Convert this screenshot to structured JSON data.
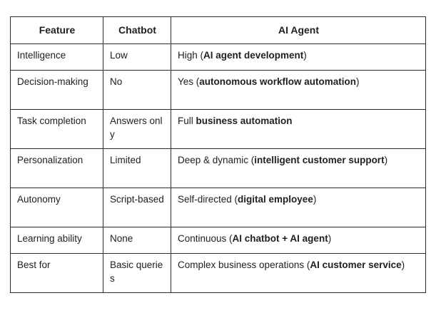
{
  "table": {
    "headers": [
      {
        "label": "Feature"
      },
      {
        "label": "Chatbot"
      },
      {
        "label": "AI Agent"
      }
    ],
    "rows": [
      {
        "key": "intelligence",
        "feature": "Intelligence",
        "chatbot": "Low",
        "ai_agent_plain_prefix": "High (",
        "ai_agent_bold": "AI agent development",
        "ai_agent_plain_suffix": ")",
        "ai_agent_full": "High (AI agent development)"
      },
      {
        "key": "decision-making",
        "feature": "Decision-making",
        "chatbot": "No",
        "ai_agent_plain_prefix": "Yes (",
        "ai_agent_bold": "autonomous workflow automation",
        "ai_agent_plain_suffix": ")",
        "ai_agent_full": "Yes (autonomous workflow automation)"
      },
      {
        "key": "task-completion",
        "feature": "Task completion",
        "chatbot": "Answers only",
        "ai_agent_plain_prefix": "Full ",
        "ai_agent_bold": "business automation",
        "ai_agent_plain_suffix": "",
        "ai_agent_full": "Full business automation"
      },
      {
        "key": "personalization",
        "feature": "Personalization",
        "chatbot": "Limited",
        "ai_agent_plain_prefix": "Deep & dynamic (",
        "ai_agent_bold": "intelligent customer support",
        "ai_agent_plain_suffix": ")",
        "ai_agent_full": "Deep & dynamic (intelligent customer support)"
      },
      {
        "key": "autonomy",
        "feature": "Autonomy",
        "chatbot": "Script-based",
        "ai_agent_plain_prefix": "Self-directed (",
        "ai_agent_bold": "digital employee",
        "ai_agent_plain_suffix": ")",
        "ai_agent_full": "Self-directed (digital employee)"
      },
      {
        "key": "learning-ability",
        "feature": "Learning ability",
        "chatbot": "None",
        "ai_agent_plain_prefix": "Continuous (",
        "ai_agent_bold": "AI chatbot + AI agent",
        "ai_agent_plain_suffix": ")",
        "ai_agent_full": "Continuous (AI chatbot + AI agent)"
      },
      {
        "key": "best-for",
        "feature": "Best for",
        "chatbot": "Basic queries",
        "ai_agent_plain_prefix": "Complex business operations (",
        "ai_agent_bold": "AI customer service",
        "ai_agent_plain_suffix": ")",
        "ai_agent_full": "Complex business operations (AI customer service)"
      }
    ]
  },
  "colors": {
    "background": "#ffffff",
    "border": "#2b2b2b",
    "text": "#202124"
  }
}
